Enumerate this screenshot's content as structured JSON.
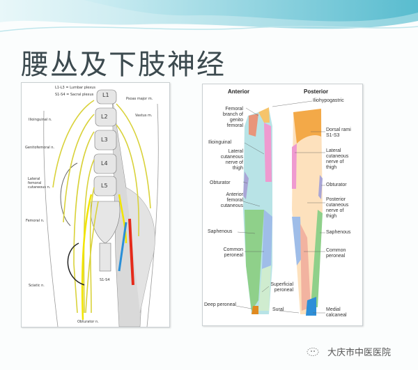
{
  "slide": {
    "title": "腰丛及下肢神经"
  },
  "left_figure": {
    "legend": [
      "L1-L3 = Lumbar plexus",
      "S1-S4 = Sacral plexus"
    ],
    "vertebrae": [
      "L1",
      "L2",
      "L3",
      "L4",
      "L5"
    ],
    "sacral_label": "S1-S4",
    "labels": {
      "psoas": "Psoas major m.",
      "vastus": "Vastus m.",
      "ilioinguinal": "Ilioinguinal n.",
      "genitofemoral": "Genitofemoral n.",
      "lat_fem_cut": "Lateral\nfemoral\ncutaneous n.",
      "femoral": "Femoral n.",
      "sciatic": "Sciatic n.",
      "obturator": "Obturator n."
    }
  },
  "right_figure": {
    "anterior": "Anterior",
    "posterior": "Posterior",
    "left_labels": {
      "fem_branch": "Femoral\nbranch of\ngenito\nfemoral",
      "ilioinguinal": "Ilioinguinal",
      "lat_cut": "Lateral\ncutaneous\nnerve of\nthigh",
      "obturator": "Obturator",
      "ant_fem": "Anterior\nfemoral\ncutaneous",
      "saphenous": "Saphenous",
      "common_peroneal": "Common\nperoneal",
      "superficial_peroneal": "Superficial\nperoneal",
      "deep_peroneal": "Deep peroneal",
      "sural": "Sural"
    },
    "right_labels": {
      "iliohypogastric": "Iliohypogastric",
      "dorsal_rami": "Dorsal rami\nS1-S3",
      "lat_cut": "Lateral\ncutaneous\nnerve of\nthigh",
      "obturator": "Obturator",
      "post_cut": "Posterior\ncutaneous\nnerve of\nthigh",
      "saphenous": "Saphenous",
      "common_peroneal": "Common\nperoneal",
      "medial_calcaneal": "Medial\ncalcaneal"
    }
  },
  "watermark": {
    "text": "大庆市中医医院"
  }
}
